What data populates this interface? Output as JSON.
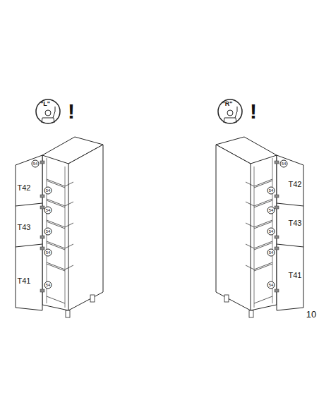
{
  "diagram": {
    "labels": [
      "\"L\"",
      "!",
      "T42",
      "T43",
      "T41",
      "54",
      "54",
      "54",
      "54",
      "54",
      "54",
      "\"R\"",
      "!",
      "T42",
      "T43",
      "T41",
      "54",
      "54",
      "54",
      "54",
      "54",
      "54",
      "10"
    ]
  }
}
